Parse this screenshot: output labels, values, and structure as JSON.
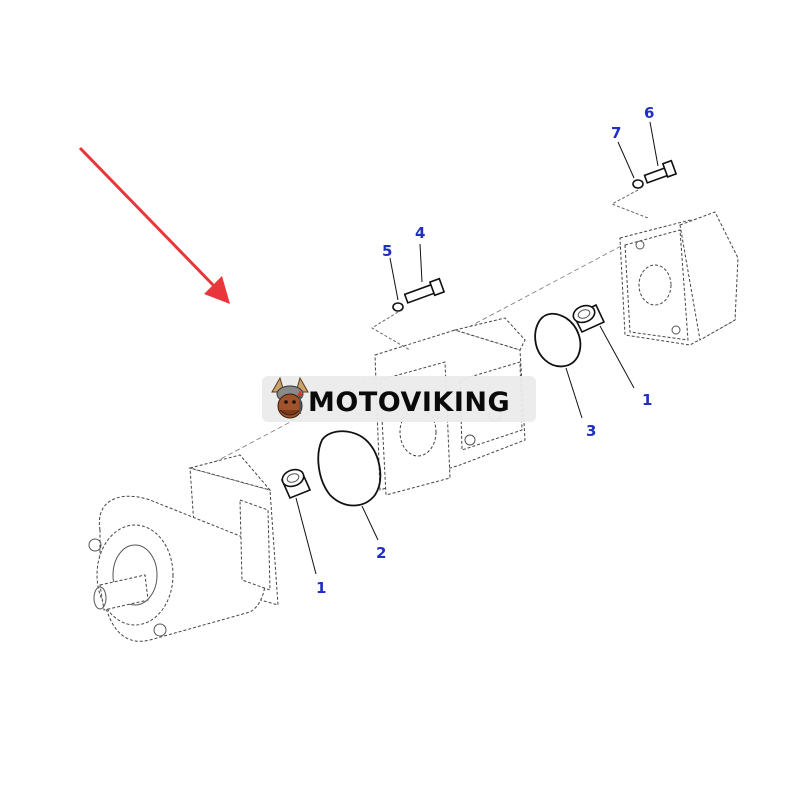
{
  "watermark": {
    "text": "MOTOVIKING",
    "logo_icon": "viking-mascot-icon",
    "background": "#ebebeb"
  },
  "arrow": {
    "color": "#e8363a",
    "icon": "red-arrow-icon"
  },
  "callouts": [
    {
      "id": "c1a",
      "label": "1"
    },
    {
      "id": "c1b",
      "label": "1"
    },
    {
      "id": "c2",
      "label": "2"
    },
    {
      "id": "c3",
      "label": "3"
    },
    {
      "id": "c4",
      "label": "4"
    },
    {
      "id": "c5",
      "label": "5"
    },
    {
      "id": "c6",
      "label": "6"
    },
    {
      "id": "c7",
      "label": "7"
    }
  ],
  "colors": {
    "callout_text": "#1f2fc4",
    "line_art": "#444444"
  }
}
